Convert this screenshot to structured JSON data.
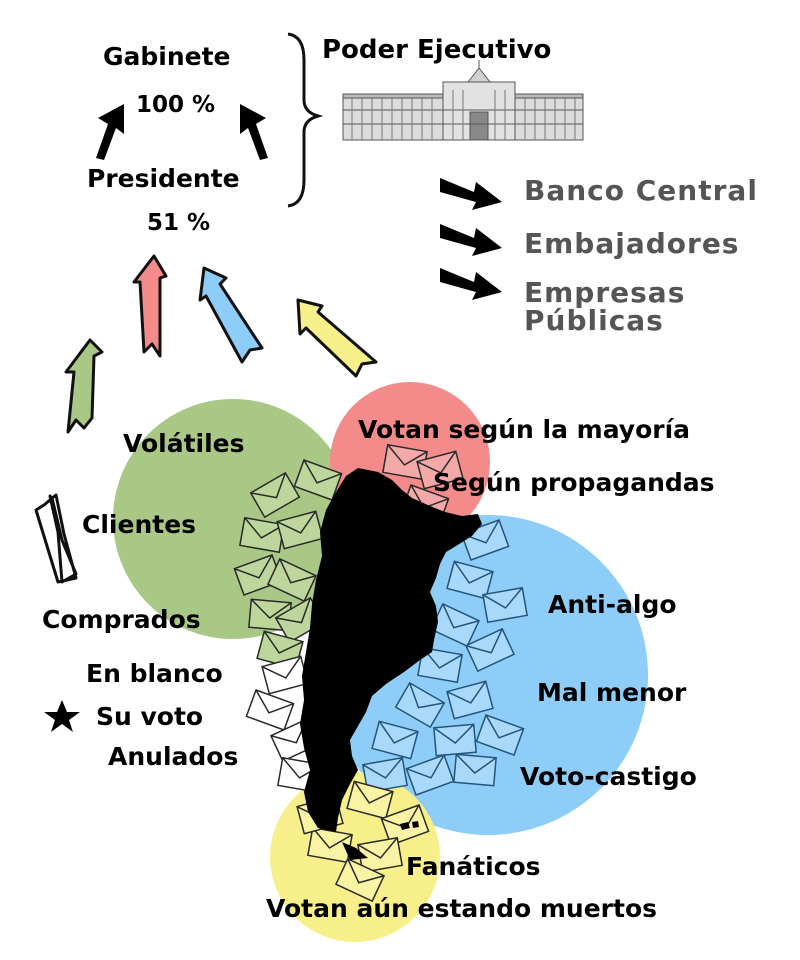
{
  "executive": {
    "cabinet_label": "Gabinete",
    "cabinet_percent": "100 %",
    "president_label": "Presidente",
    "president_percent": "51 %",
    "branch_label": "Poder Ejecutivo"
  },
  "appointments": [
    {
      "label": "Banco Central"
    },
    {
      "label": "Embajadores"
    },
    {
      "label_line1": "Empresas",
      "label_line2": "Públicas"
    }
  ],
  "voter_groups": {
    "green": {
      "color": "#a9c785",
      "labels": [
        "Volátiles",
        "Clientes",
        "Comprados"
      ]
    },
    "red": {
      "color": "#f48b8b",
      "labels": [
        "Votan según la mayoría",
        "Según propagandas"
      ]
    },
    "blue": {
      "color": "#8ecdf8",
      "labels": [
        "Anti-algo",
        "Mal menor",
        "Voto-castigo"
      ]
    },
    "yellow": {
      "color": "#f7f08a",
      "labels": [
        "Fanáticos",
        "Votan aún estando muertos"
      ]
    },
    "white": {
      "color": "#ffffff",
      "labels": [
        "En blanco",
        "Su voto",
        "Anulados"
      ]
    }
  },
  "arrow_colors": {
    "white": "#ffffff",
    "green": "#a9c785",
    "red": "#f48b8b",
    "blue": "#8ecdf8",
    "yellow": "#f7f08a"
  }
}
